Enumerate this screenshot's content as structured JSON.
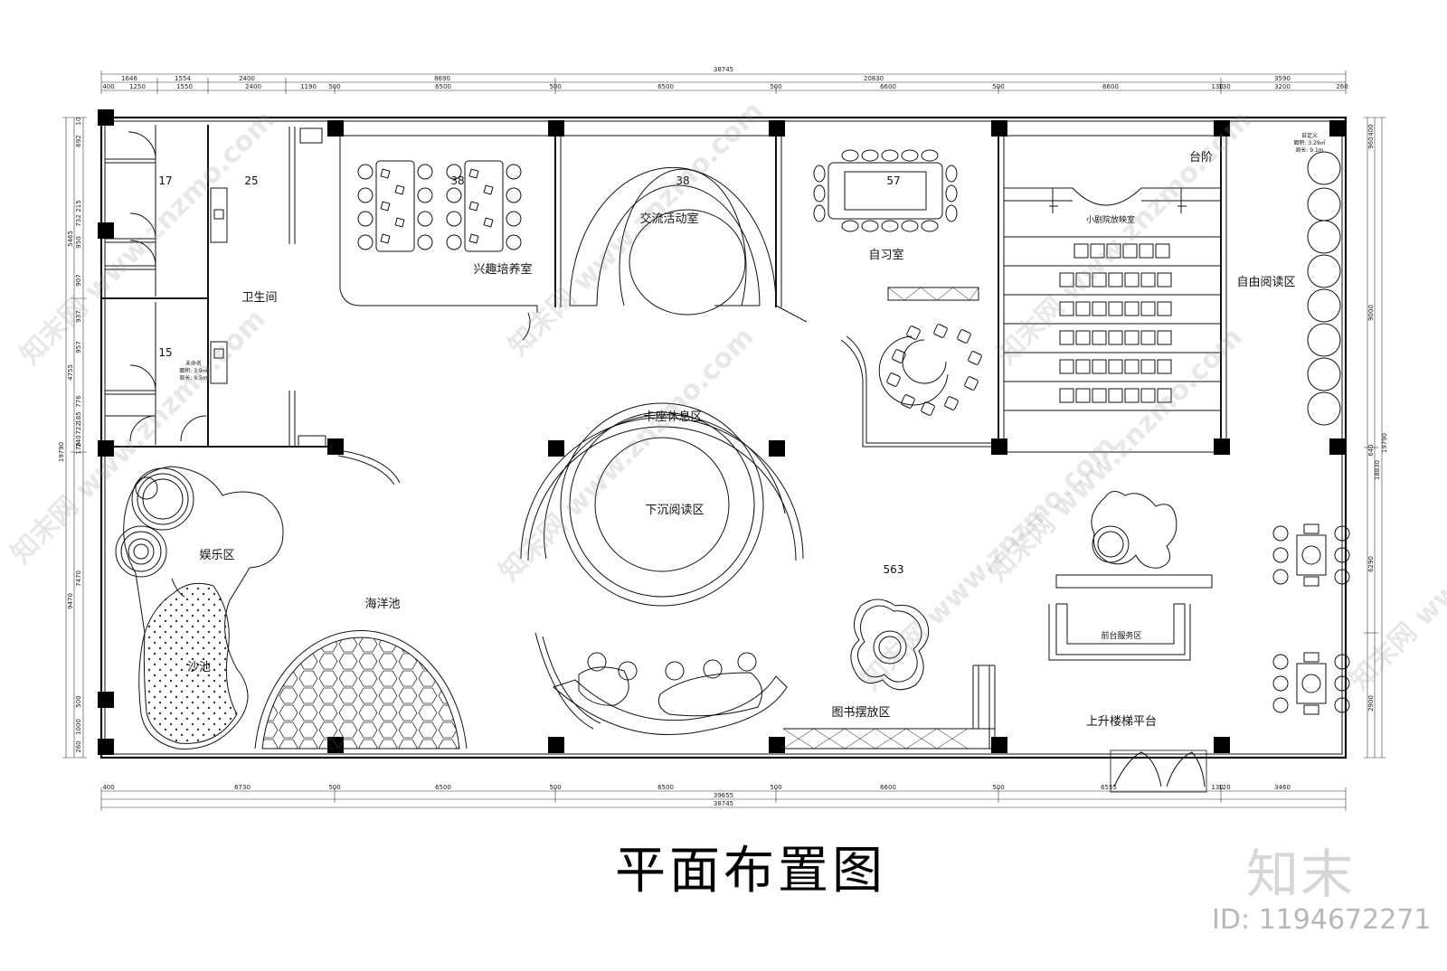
{
  "title": "平面布置图",
  "brand": "知末",
  "image_id": "ID: 1194672271",
  "watermark": "知末网 www.znzmo.com",
  "rooms": {
    "toilet": "卫生间",
    "interest": "兴趣培养室",
    "exchange": "交流活动室",
    "study": "自习室",
    "cinema": "小剧院放映室",
    "steps": "台阶",
    "free_read": "自由阅读区",
    "booth": "卡座休息区",
    "sunken": "下沉阅读区",
    "play": "娱乐区",
    "ocean": "海洋池",
    "sand": "沙池",
    "books": "图书摆放区",
    "reception": "前台服务区",
    "stairs": "上升楼梯平台"
  },
  "areas": {
    "a17": "17",
    "a25": "25",
    "a38a": "38",
    "a38b": "38",
    "a57": "57",
    "a15": "15",
    "a563": "563"
  },
  "notes": {
    "small1": "未命名",
    "small2": "面积: 3.9㎡",
    "small3": "周长: 9.5m",
    "free1": "自定义",
    "free2": "面积: 3.29㎡",
    "free3": "周长: 9.1m"
  },
  "dims": {
    "top_total": "38745",
    "top_mid": [
      "1646",
      "1554",
      "2400",
      "8690",
      "20830",
      "3590"
    ],
    "top_inner": [
      "400",
      "1250",
      "1550",
      "2400",
      "1190",
      "500",
      "6500",
      "500",
      "6500",
      "500",
      "6600",
      "500",
      "6600",
      "130",
      "130",
      "3200",
      "260"
    ],
    "bottom_inner": [
      "400",
      "6730",
      "500",
      "6500",
      "500",
      "6500",
      "500",
      "6600",
      "500",
      "6555",
      "130",
      "120",
      "3460"
    ],
    "bottom_total1": "39655",
    "bottom_total2": "38745",
    "bottom_extra": [
      "130",
      "120",
      "3460"
    ],
    "left_outer": [
      "5465",
      "4755",
      "9470"
    ],
    "left_total": "19790",
    "left_inner": [
      "10",
      "692",
      "215",
      "732",
      "950",
      "907",
      "937",
      "957",
      "776",
      "185",
      "722",
      "240",
      "178",
      "7470",
      "500",
      "1000",
      "260"
    ],
    "right_inner": [
      "400",
      "960",
      "9000",
      "640",
      "6290",
      "2900"
    ],
    "right_total": "19790",
    "right_total2": "18830"
  }
}
